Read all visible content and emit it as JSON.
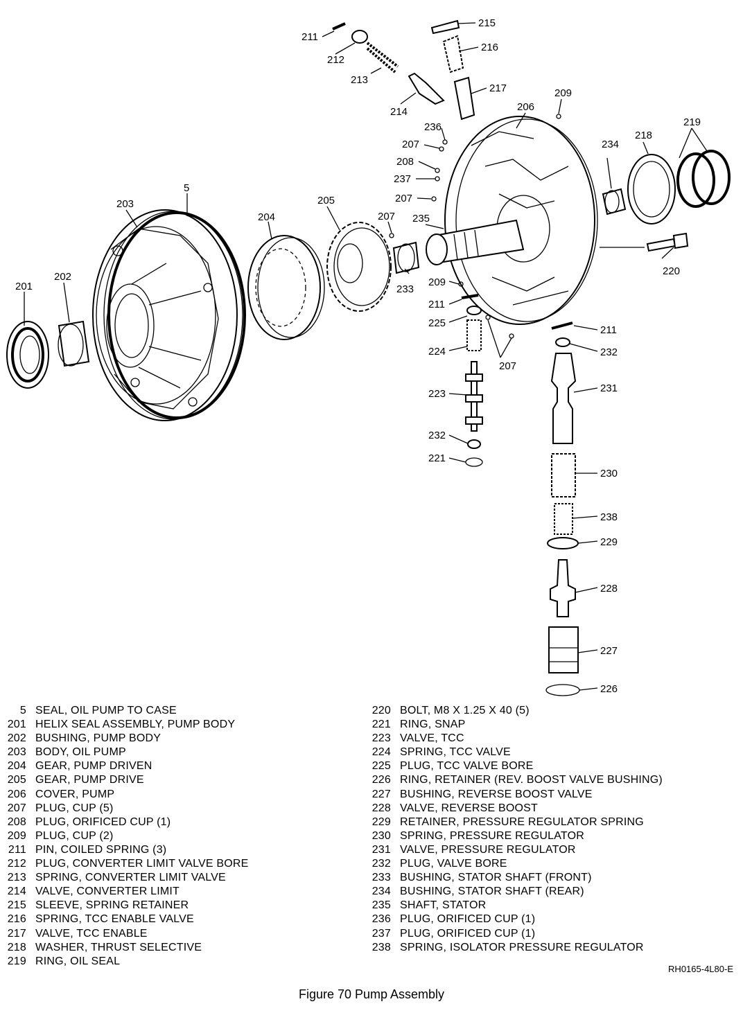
{
  "figure": {
    "caption": "Figure 70 Pump Assembly",
    "drawing_code": "RH0165-4L80-E"
  },
  "callouts": {
    "c5": "5",
    "c201": "201",
    "c202": "202",
    "c203": "203",
    "c204": "204",
    "c205": "205",
    "c206": "206",
    "c207a": "207",
    "c207b": "207",
    "c207c": "207",
    "c207d": "207",
    "c208": "208",
    "c209a": "209",
    "c209b": "209",
    "c211a": "211",
    "c211b": "211",
    "c211c": "211",
    "c212": "212",
    "c213": "213",
    "c214": "214",
    "c215": "215",
    "c216": "216",
    "c217": "217",
    "c218": "218",
    "c219": "219",
    "c220": "220",
    "c221": "221",
    "c223": "223",
    "c224": "224",
    "c225": "225",
    "c226": "226",
    "c227": "227",
    "c228": "228",
    "c229": "229",
    "c230": "230",
    "c231": "231",
    "c232a": "232",
    "c232b": "232",
    "c233": "233",
    "c234": "234",
    "c235": "235",
    "c236": "236",
    "c237": "237",
    "c238": "238"
  },
  "legend_left": [
    {
      "num": "5",
      "desc": "SEAL, OIL PUMP TO CASE"
    },
    {
      "num": "201",
      "desc": "HELIX SEAL ASSEMBLY, PUMP BODY"
    },
    {
      "num": "202",
      "desc": "BUSHING, PUMP BODY"
    },
    {
      "num": "203",
      "desc": "BODY, OIL PUMP"
    },
    {
      "num": "204",
      "desc": "GEAR, PUMP DRIVEN"
    },
    {
      "num": "205",
      "desc": "GEAR, PUMP DRIVE"
    },
    {
      "num": "206",
      "desc": "COVER, PUMP"
    },
    {
      "num": "207",
      "desc": "PLUG, CUP (5)"
    },
    {
      "num": "208",
      "desc": "PLUG, ORIFICED CUP (1)"
    },
    {
      "num": "209",
      "desc": "PLUG, CUP (2)"
    },
    {
      "num": "211",
      "desc": "PIN, COILED SPRING (3)"
    },
    {
      "num": "212",
      "desc": "PLUG, CONVERTER LIMIT VALVE BORE"
    },
    {
      "num": "213",
      "desc": "SPRING, CONVERTER LIMIT VALVE"
    },
    {
      "num": "214",
      "desc": "VALVE, CONVERTER LIMIT"
    },
    {
      "num": "215",
      "desc": "SLEEVE, SPRING RETAINER"
    },
    {
      "num": "216",
      "desc": "SPRING, TCC ENABLE VALVE"
    },
    {
      "num": "217",
      "desc": "VALVE, TCC ENABLE"
    },
    {
      "num": "218",
      "desc": "WASHER, THRUST SELECTIVE"
    },
    {
      "num": "219",
      "desc": "RING, OIL SEAL"
    }
  ],
  "legend_right": [
    {
      "num": "220",
      "desc": "BOLT, M8 X 1.25 X 40 (5)"
    },
    {
      "num": "221",
      "desc": "RING, SNAP"
    },
    {
      "num": "223",
      "desc": "VALVE, TCC"
    },
    {
      "num": "224",
      "desc": "SPRING, TCC VALVE"
    },
    {
      "num": "225",
      "desc": "PLUG, TCC VALVE BORE"
    },
    {
      "num": "226",
      "desc": "RING, RETAINER (REV. BOOST VALVE BUSHING)"
    },
    {
      "num": "227",
      "desc": "BUSHING, REVERSE BOOST VALVE"
    },
    {
      "num": "228",
      "desc": "VALVE, REVERSE BOOST"
    },
    {
      "num": "229",
      "desc": "RETAINER, PRESSURE REGULATOR SPRING"
    },
    {
      "num": "230",
      "desc": "SPRING, PRESSURE REGULATOR"
    },
    {
      "num": "231",
      "desc": "VALVE, PRESSURE REGULATOR"
    },
    {
      "num": "232",
      "desc": "PLUG, VALVE BORE"
    },
    {
      "num": "233",
      "desc": "BUSHING, STATOR SHAFT (FRONT)"
    },
    {
      "num": "234",
      "desc": "BUSHING, STATOR SHAFT (REAR)"
    },
    {
      "num": "235",
      "desc": "SHAFT, STATOR"
    },
    {
      "num": "236",
      "desc": "PLUG, ORIFICED CUP (1)"
    },
    {
      "num": "237",
      "desc": "PLUG, ORIFICED CUP (1)"
    },
    {
      "num": "238",
      "desc": "SPRING, ISOLATOR PRESSURE REGULATOR"
    }
  ]
}
